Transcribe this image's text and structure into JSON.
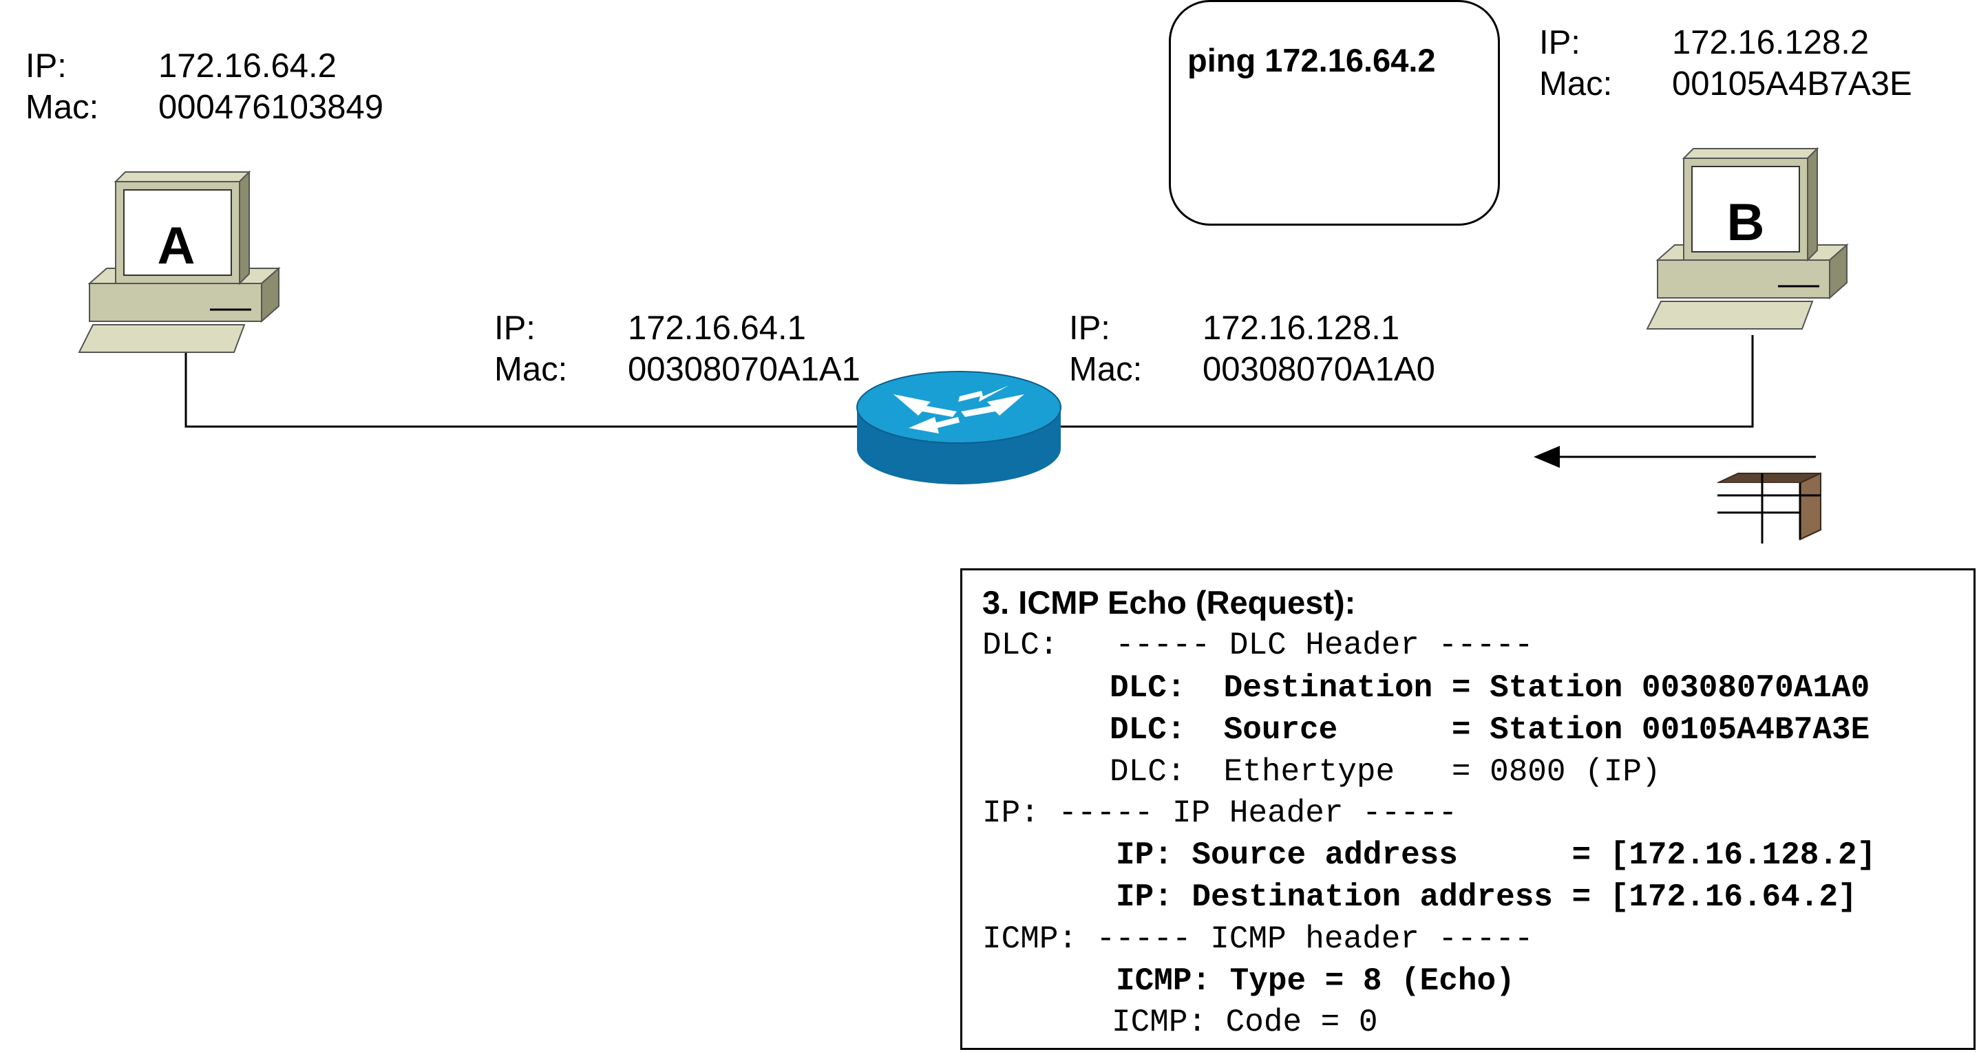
{
  "host_a": {
    "letter": "A",
    "ip_label": "IP:",
    "ip": "172.16.64.2",
    "mac_label": "Mac:",
    "mac": "000476103849"
  },
  "host_b": {
    "letter": "B",
    "ip_label": "IP:",
    "ip": "172.16.128.2",
    "mac_label": "Mac:",
    "mac": "00105A4B7A3E"
  },
  "router_left": {
    "ip_label": "IP:",
    "ip": "172.16.64.1",
    "mac_label": "Mac:",
    "mac": "00308070A1A1"
  },
  "router_right": {
    "ip_label": "IP:",
    "ip": "172.16.128.1",
    "mac_label": "Mac:",
    "mac": "00308070A1A0"
  },
  "command": "ping 172.16.64.2",
  "packet": {
    "title": "3. ICMP Echo (Request):",
    "lines": [
      "DLC:   ----- DLC Header -----",
      "DLC:  Destination = Station 00308070A1A0",
      "DLC:  Source      = Station 00105A4B7A3E",
      "DLC:  Ethertype   = 0800 (IP)",
      "IP: ----- IP Header -----",
      "IP: Source address      = [172.16.128.2]",
      "IP: Destination address = [172.16.64.2]",
      "ICMP: ----- ICMP header -----",
      "ICMP: Type = 8 (Echo)",
      "ICMP: Code = 0"
    ]
  },
  "colors": {
    "router": "#1a9fd4",
    "router_dark": "#0d6fa3",
    "computer_body": "#c8c8aa",
    "computer_shadow": "#8c8c6e",
    "packet_box": "#8b6a4e"
  },
  "icons": [
    "computer-icon",
    "router-icon",
    "packet-icon",
    "arrow-left-icon"
  ]
}
